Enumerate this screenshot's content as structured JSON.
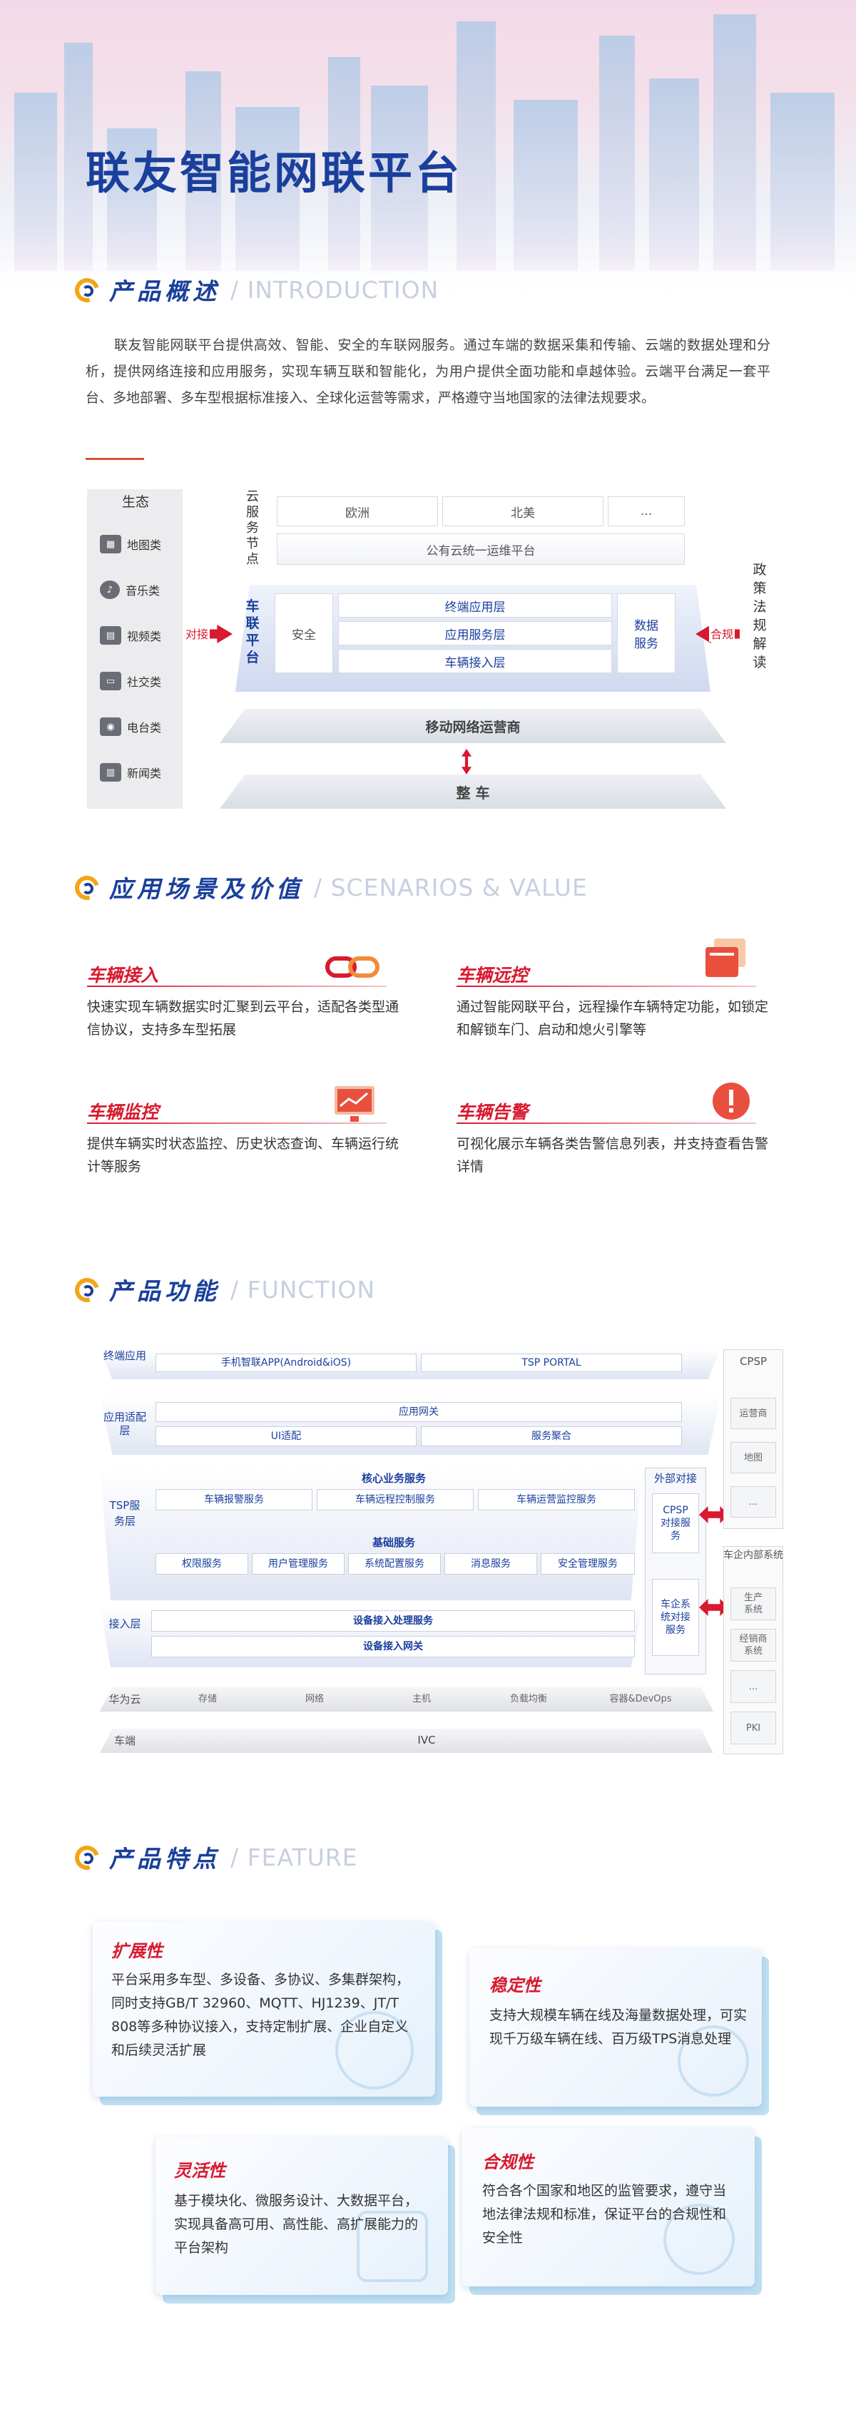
{
  "title": "联友智能网联平台",
  "sections": {
    "intro": {
      "cn": "产品概述",
      "en": "/ INTRODUCTION",
      "text": "联友智能网联平台提供高效、智能、安全的车联网服务。通过车端的数据采集和传输、云端的数据处理和分析，提供网络连接和应用服务，实现车辆互联和智能化，为用户提供全面功能和卓越体验。云端平台满足一套平台、多地部署、多车型根据标准接入、全球化运营等需求，严格遵守当地国家的法律法规要求。"
    },
    "scenarios": {
      "cn": "应用场景及价值",
      "en": "/ SCENARIOS & VALUE"
    },
    "function": {
      "cn": "产品功能",
      "en": "/ FUNCTION"
    },
    "feature": {
      "cn": "产品特点",
      "en": "/ FEATURE"
    }
  },
  "arch": {
    "eco_title": "生态",
    "eco_items": [
      "地图类",
      "音乐类",
      "视频类",
      "社交类",
      "电台类",
      "新闻类"
    ],
    "cloud_label": "云服务节点",
    "regions": [
      "欧洲",
      "北美",
      "..."
    ],
    "public_cloud": "公有云统一运维平台",
    "iov_label": "车联平台",
    "security": "安全",
    "layers": [
      "终端应用层",
      "应用服务层",
      "车辆接入层"
    ],
    "data_service": "数据服务",
    "dock": "对接",
    "compliance": "合规",
    "policy": "政策法规解读",
    "operator": "移动网络运营商",
    "vehicle": "整  车"
  },
  "scenarios": [
    {
      "title": "车辆接入",
      "icon": "link-icon",
      "desc": "快速实现车辆数据实时汇聚到云平台，适配各类型通信协议，支持多车型拓展"
    },
    {
      "title": "车辆远控",
      "icon": "windows-icon",
      "desc": "通过智能网联平台，远程操作车辆特定功能，如锁定和解锁车门、启动和熄火引擎等"
    },
    {
      "title": "车辆监控",
      "icon": "monitor-chart-icon",
      "desc": "提供车辆实时状态监控、历史状态查询、车辆运行统计等服务"
    },
    {
      "title": "车辆告警",
      "icon": "alert-icon",
      "desc": "可视化展示车辆各类告警信息列表，并支持查看告警详情"
    }
  ],
  "function": {
    "terminal_app": {
      "label": "终端应用",
      "items": [
        "手机智联APP(Android&iOS)",
        "TSP PORTAL"
      ]
    },
    "app_adapt": {
      "label": "应用适配层",
      "gateway": "应用网关",
      "items": [
        "UI适配",
        "服务聚合"
      ]
    },
    "tsp": {
      "label": "TSP服务层",
      "core": "核心业务服务",
      "core_items": [
        "车辆报警服务",
        "车辆远程控制服务",
        "车辆运营监控服务"
      ],
      "base": "基础服务",
      "base_items": [
        "权限服务",
        "用户管理服务",
        "系统配置服务",
        "消息服务",
        "安全管理服务"
      ]
    },
    "access": {
      "label": "接入层",
      "items": [
        "设备接入处理服务",
        "设备接入网关"
      ]
    },
    "cloud": {
      "label": "华为云",
      "items": [
        "存储",
        "网络",
        "主机",
        "负载均衡",
        "容器&DevOps"
      ]
    },
    "vehicle": {
      "label": "车端",
      "item": "IVC"
    },
    "external": {
      "label": "外部对接",
      "items": [
        "CPSP对接服务",
        "车企系统对接服务"
      ]
    },
    "cpsp": {
      "label": "CPSP",
      "items": [
        "运营商",
        "地图",
        "..."
      ]
    },
    "oem": {
      "label": "车企内部系统",
      "items": [
        "生产系统",
        "经销商系统",
        "...",
        "PKI"
      ]
    }
  },
  "features": [
    {
      "title": "扩展性",
      "text": "平台采用多车型、多设备、多协议、多集群架构，同时支持GB/T  32960、MQTT、HJ1239、JT/T 808等多种协议接入，支持定制扩展、企业自定义和后续灵活扩展"
    },
    {
      "title": "稳定性",
      "text": "支持大规模车辆在线及海量数据处理，可实现千万级车辆在线、百万级TPS消息处理"
    },
    {
      "title": "灵活性",
      "text": "基于模块化、微服务设计、大数据平台，实现具备高可用、高性能、高扩展能力的平台架构"
    },
    {
      "title": "合规性",
      "text": "符合各个国家和地区的监管要求，遵守当地法律法规和标准，保证平台的合规性和安全性"
    }
  ],
  "colors": {
    "brand_blue": "#1a3f9c",
    "accent_red": "#d8192e",
    "accent_orange": "#f2a516"
  }
}
